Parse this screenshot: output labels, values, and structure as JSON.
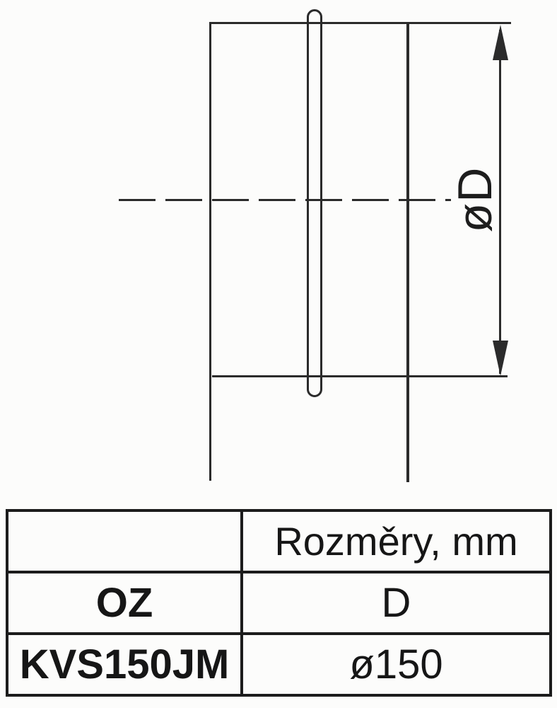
{
  "diagram": {
    "dimension_label": "øD"
  },
  "table": {
    "columns": [
      "",
      "Rozměry, mm"
    ],
    "rows": [
      [
        "OZ",
        "D"
      ],
      [
        "KVS150JM",
        "ø150"
      ]
    ]
  },
  "colors": {
    "line": "#2b2b2b",
    "table_border": "#1c1c1c",
    "text": "#161616",
    "background": "#fcfcfb"
  }
}
